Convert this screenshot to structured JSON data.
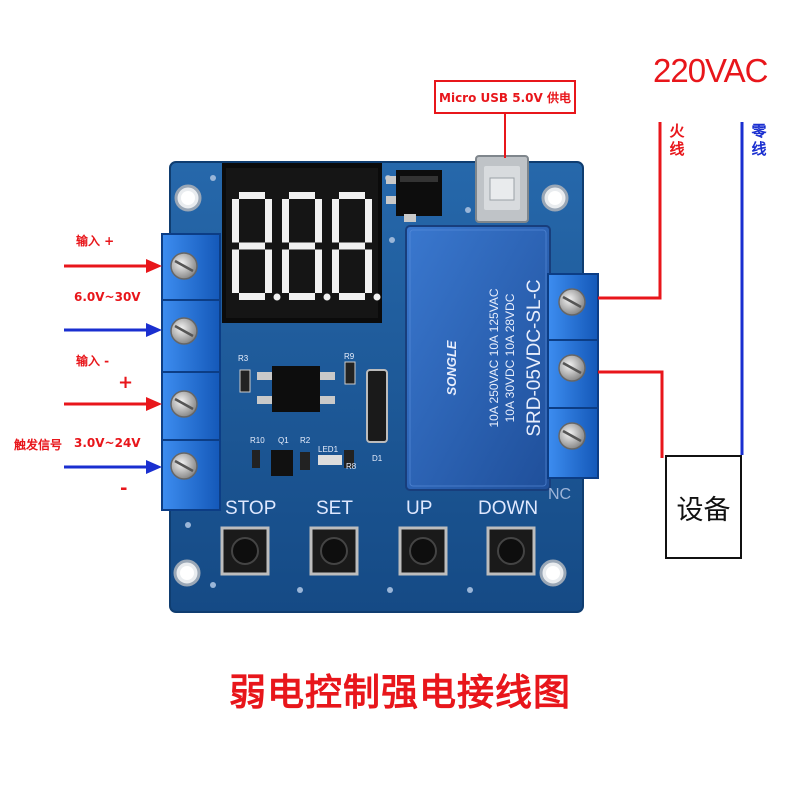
{
  "usb_label": "Micro USB 5.0V 供电",
  "ac_label": "220VAC",
  "live_label": "火线",
  "neutral_label": "零线",
  "input_plus_label": "输入 +",
  "input_voltage_label": "6.0V~30V",
  "input_minus_label": "输入 -",
  "trigger_plus_label": "+",
  "trigger_label": "触发信号",
  "trigger_voltage_label": "3.0V~24V",
  "trigger_minus_label": "-",
  "device_label": "设备",
  "caption": "弱电控制强电接线图",
  "board": {
    "buttons": [
      "STOP",
      "SET",
      "UP",
      "DOWN"
    ],
    "nc_label": "NC",
    "relay_brand": "SONGLE",
    "relay_rating_1": "10A 250VAC  10A 125VAC",
    "relay_rating_2": "10A 30VDC   10A 28VDC",
    "relay_model": "SRD-05VDC-SL-C",
    "silk_r3": "R3",
    "silk_r9": "R9",
    "silk_r10": "R10",
    "silk_q1": "Q1",
    "silk_r2": "R2",
    "silk_led1": "LED1",
    "silk_r8": "R8",
    "silk_d1": "D1"
  },
  "colors": {
    "red": "#e8161b",
    "blue": "#1a2fd0",
    "pcb": "#1e5a9a",
    "terminal": "#1d6fd8",
    "relay": "#2a63b8"
  }
}
